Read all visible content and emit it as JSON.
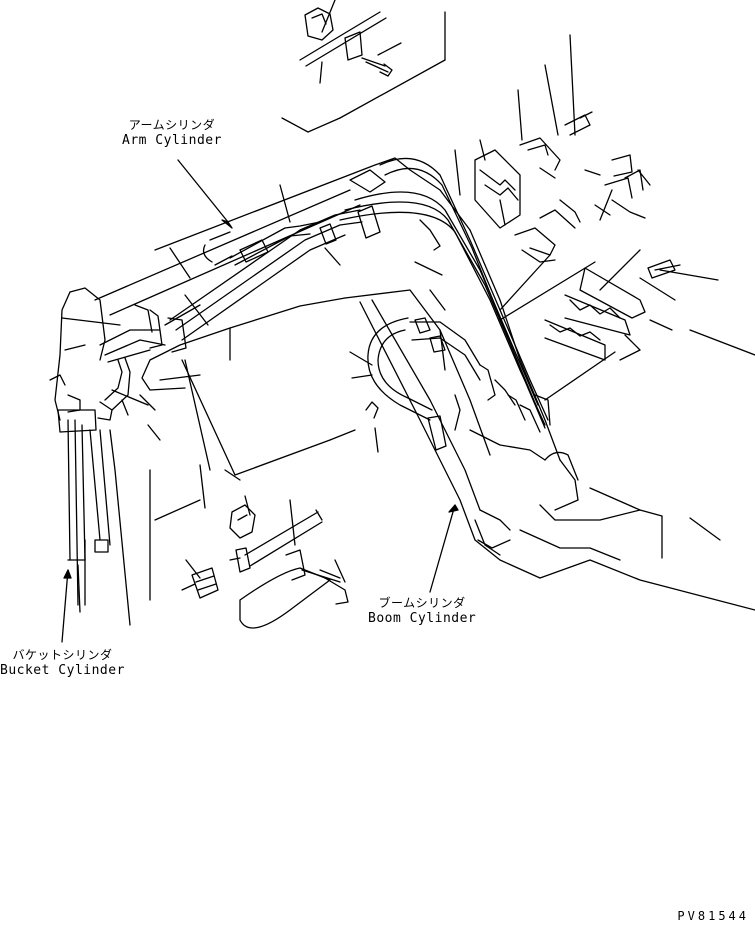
{
  "labels": {
    "arm_cylinder_jp": "アームシリンダ",
    "arm_cylinder_en": "Arm Cylinder",
    "boom_cylinder_jp": "ブームシリンダ",
    "boom_cylinder_en": "Boom Cylinder",
    "bucket_cylinder_jp": "バケットシリンダ",
    "bucket_cylinder_en": "Bucket Cylinder"
  },
  "drawing_code": "PV81544",
  "colors": {
    "line": "#000000",
    "background": "#ffffff"
  }
}
